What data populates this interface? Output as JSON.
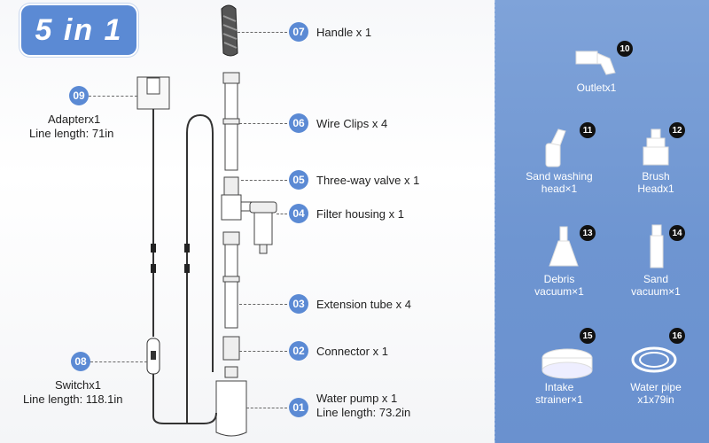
{
  "badge": "5 in 1",
  "parts": [
    {
      "num": "07",
      "label": "Handle x 1"
    },
    {
      "num": "06",
      "label": "Wire Clips x 4"
    },
    {
      "num": "05",
      "label": "Three-way valve x 1"
    },
    {
      "num": "04",
      "label": "Filter housing x 1"
    },
    {
      "num": "03",
      "label": "Extension tube x 4"
    },
    {
      "num": "02",
      "label": "Connector x 1"
    },
    {
      "num": "01",
      "label": "Water pump x 1",
      "line2": "Line length: 73.2in"
    }
  ],
  "adapter": {
    "num": "09",
    "label": "Adapterx1",
    "line2": "Line length: 71in"
  },
  "switch": {
    "num": "08",
    "label": "Switchx1",
    "line2": "Line length: 118.1in"
  },
  "accessories": [
    {
      "num": "10",
      "label": "Outletx1",
      "icon": "outlet-icon"
    },
    {
      "num": "11",
      "label": "Sand washing",
      "line2": "head×1",
      "icon": "sand-washing-head-icon"
    },
    {
      "num": "12",
      "label": "Brush",
      "line2": "Headx1",
      "icon": "brush-head-icon"
    },
    {
      "num": "13",
      "label": "Debris",
      "line2": "vacuum×1",
      "icon": "debris-vacuum-icon"
    },
    {
      "num": "14",
      "label": "Sand",
      "line2": "vacuum×1",
      "icon": "sand-vacuum-icon"
    },
    {
      "num": "15",
      "label": "Intake",
      "line2": "strainer×1",
      "icon": "intake-strainer-icon"
    },
    {
      "num": "16",
      "label": "Water pipe",
      "line2": "x1x79in",
      "icon": "water-pipe-icon"
    }
  ],
  "colors": {
    "accent": "#5b8ad4",
    "panel": "#7a9fd6"
  }
}
